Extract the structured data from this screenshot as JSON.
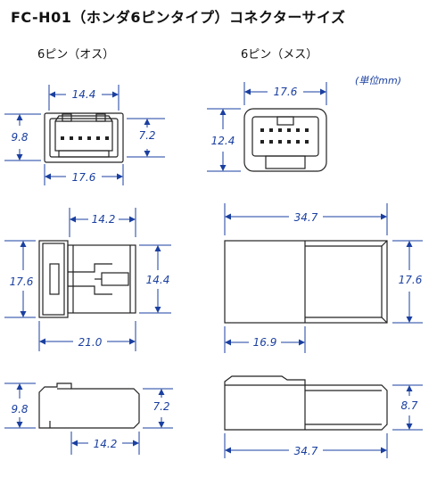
{
  "title": "FC-H01（ホンダ6ピンタイプ）コネクターサイズ",
  "male_label": "6ピン（オス）",
  "female_label": "6ピン（メス）",
  "unit_label": "(単位mm)",
  "dims": {
    "male_front_top": "14.4",
    "male_front_left": "9.8",
    "male_front_right": "7.2",
    "male_front_bottom": "17.6",
    "female_front_top": "17.6",
    "female_front_left": "12.4",
    "male_top_top": "14.2",
    "male_top_left": "17.6",
    "male_top_right": "14.4",
    "male_top_bottom": "21.0",
    "female_top_top": "34.7",
    "female_top_right": "17.6",
    "female_top_bottom": "16.9",
    "male_side_left": "9.8",
    "male_side_right": "7.2",
    "male_side_bottom": "14.2",
    "female_side_right": "8.7",
    "female_side_bottom": "34.7"
  },
  "colors": {
    "dimension": "#1a3fa0",
    "outline": "#222222"
  }
}
